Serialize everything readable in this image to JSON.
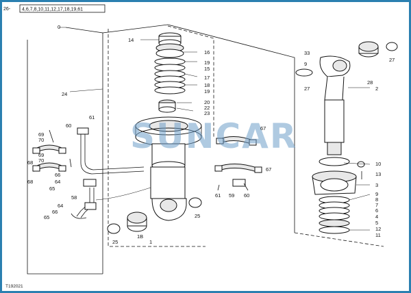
{
  "header": {
    "prefix": "26-",
    "boxed_items": "4,6,7,8,10,11,12,17,18,19,61"
  },
  "watermark": "SUNCAR",
  "footer_code": "T192021",
  "callouts": {
    "n0": "0",
    "n14": "14",
    "n16": "16",
    "n19a": "19",
    "n15": "15",
    "n19b": "19",
    "n17": "17",
    "n18": "18",
    "n19c": "19",
    "n20": "20",
    "n22": "22",
    "n23": "23",
    "n24": "24",
    "n61a": "61",
    "n60a": "60",
    "n69a": "69",
    "n70a": "70",
    "n68a": "68",
    "n69b": "69",
    "n70b": "70",
    "n68b": "68",
    "n66a": "66",
    "n64a": "64",
    "n65a": "65",
    "n58": "58",
    "n64b": "64",
    "n66b": "66",
    "n65b": "65",
    "n67a": "67",
    "n67b": "67",
    "n61b": "61",
    "n59": "59",
    "n60b": "60",
    "n25a": "25",
    "n25b": "25",
    "n1B": "1B",
    "n1": "1",
    "n33": "33",
    "n9": "9",
    "n27a": "27",
    "n27b": "27",
    "n28": "28",
    "n2": "2",
    "n10": "10",
    "n13": "13",
    "n3": "3",
    "n9b": "9",
    "n8": "8",
    "n7": "7",
    "n6": "6",
    "n4": "4",
    "n5": "5",
    "n12": "12",
    "n11": "11"
  },
  "colors": {
    "frame": "#2b7fb0",
    "watermark": "#6f9fc9",
    "ink": "#111111"
  }
}
